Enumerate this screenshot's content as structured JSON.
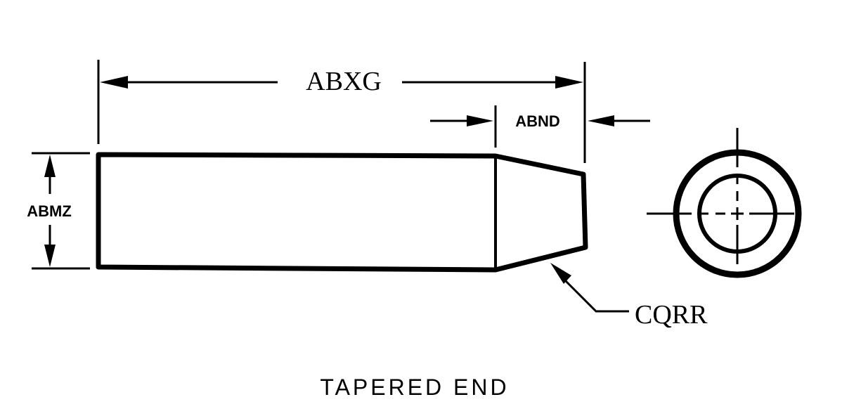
{
  "labels": {
    "overall_length": "ABXG",
    "taper_length": "ABND",
    "diameter": "ABMZ",
    "taper_callout": "CQRR"
  },
  "caption": "TAPERED END",
  "colors": {
    "line": "#000000",
    "background": "#ffffff"
  }
}
